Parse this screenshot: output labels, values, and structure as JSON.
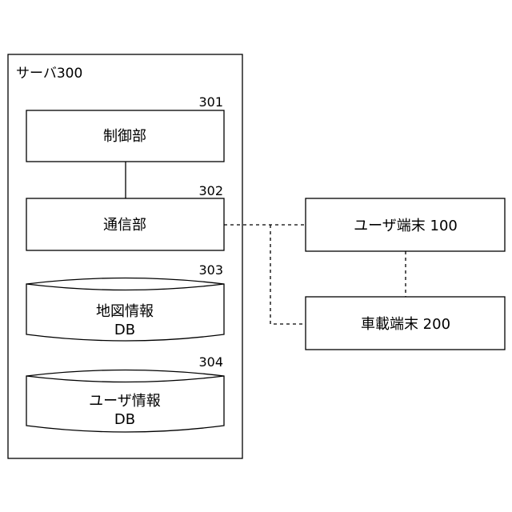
{
  "server": {
    "title": "サーバ300",
    "control": {
      "ref": "301",
      "label": "制御部"
    },
    "comm": {
      "ref": "302",
      "label": "通信部"
    },
    "map_db": {
      "ref": "303",
      "label_line1": "地図情報",
      "label_line2": "DB"
    },
    "user_db": {
      "ref": "304",
      "label_line1": "ユーザ情報",
      "label_line2": "DB"
    }
  },
  "user_terminal": {
    "label": "ユーザ端末 100"
  },
  "vehicle_terminal": {
    "label": "車載端末 200"
  },
  "colors": {
    "stroke": "#000000",
    "background": "#ffffff"
  }
}
